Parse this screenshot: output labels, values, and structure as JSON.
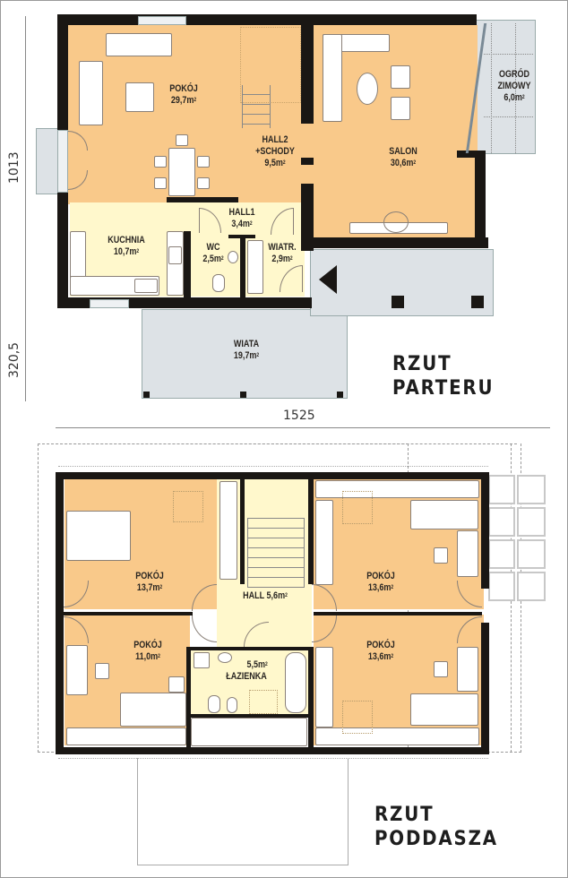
{
  "ground_floor": {
    "title_line1": "RZUT",
    "title_line2": "PARTERU",
    "dimensions": {
      "height_main": "1013",
      "height_carport": "320,5",
      "width": "1525"
    },
    "rooms": [
      {
        "id": "pokoj",
        "name": "POKÓJ",
        "area": "29,7m",
        "sup": "2"
      },
      {
        "id": "hall2",
        "name": "HALL2",
        "name2": "+SCHODY",
        "area": "9,5m",
        "sup": "2"
      },
      {
        "id": "salon",
        "name": "SALON",
        "area": "30,6m",
        "sup": "2"
      },
      {
        "id": "ogrod",
        "name": "OGRÓD",
        "name2": "ZIMOWY",
        "area": "6,0m",
        "sup": "2"
      },
      {
        "id": "hall1",
        "name": "HALL1",
        "area": "3,4m",
        "sup": "2"
      },
      {
        "id": "kuchnia",
        "name": "KUCHNIA",
        "area": "10,7m",
        "sup": "2"
      },
      {
        "id": "wc",
        "name": "WC",
        "area": "2,5m",
        "sup": "2"
      },
      {
        "id": "wiatr",
        "name": "WIATR.",
        "area": "2,9m",
        "sup": "2"
      },
      {
        "id": "wiata",
        "name": "WIATA",
        "area": "19,7m",
        "sup": "2"
      }
    ]
  },
  "attic_floor": {
    "title_line1": "RZUT",
    "title_line2": "PODDASZA",
    "rooms": [
      {
        "id": "pokoj_nw",
        "name": "POKÓJ",
        "area": "13,7m",
        "sup": "2"
      },
      {
        "id": "pokoj_ne",
        "name": "POKÓJ",
        "area": "13,6m",
        "sup": "2"
      },
      {
        "id": "hall",
        "name": "HALL 5,6m",
        "sup": "2"
      },
      {
        "id": "pokoj_sw",
        "name": "POKÓJ",
        "area": "11,0m",
        "sup": "2"
      },
      {
        "id": "lazienka",
        "name": "ŁAZIENKA",
        "area": "5,5m",
        "sup": "2"
      },
      {
        "id": "pokoj_se",
        "name": "POKÓJ",
        "area": "13,6m",
        "sup": "2"
      }
    ]
  },
  "colors": {
    "wall": "#1a1714",
    "room_main": "#f9c98a",
    "room_service": "#fff8cc",
    "exterior": "#dde2e6"
  }
}
